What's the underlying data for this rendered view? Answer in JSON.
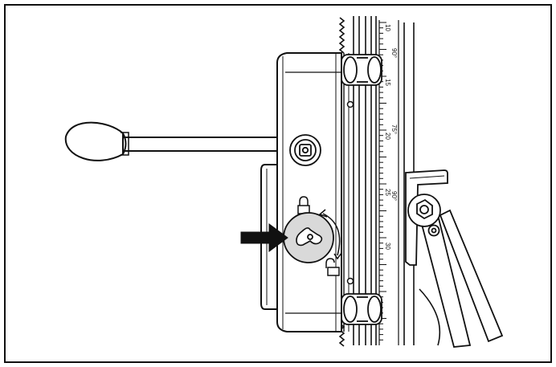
{
  "scale": {
    "numbers": [
      "10",
      "15",
      "20",
      "25",
      "30"
    ],
    "angle_marks": [
      "90°",
      "75°",
      "90°"
    ]
  },
  "icons": {
    "lock": "lock-closed-icon",
    "unlock": "lock-open-icon",
    "rotation": "rotate-arrow-icon",
    "pointer": "arrow-right-icon"
  },
  "colors": {
    "line": "#111111",
    "knob_fill": "#d9d9d9",
    "background": "#ffffff"
  }
}
